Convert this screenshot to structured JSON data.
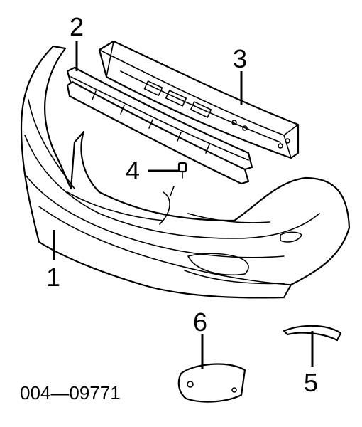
{
  "diagram": {
    "callouts": [
      {
        "id": "1",
        "label": "1"
      },
      {
        "id": "2",
        "label": "2"
      },
      {
        "id": "3",
        "label": "3"
      },
      {
        "id": "4",
        "label": "4"
      },
      {
        "id": "5",
        "label": "5"
      },
      {
        "id": "6",
        "label": "6"
      }
    ],
    "drawing_code": "004—09771"
  }
}
